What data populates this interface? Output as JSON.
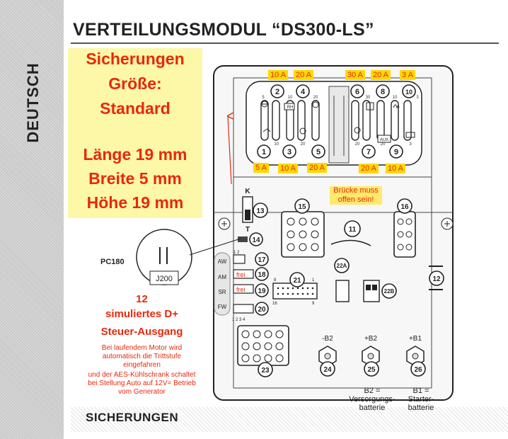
{
  "sidebar": {
    "label": "DEUTSCH"
  },
  "header": {
    "title": "VERTEILUNGSMODUL “DS300-LS”"
  },
  "footer": {
    "title": "SICHERUNGEN"
  },
  "fuse_info": {
    "line1": "Sicherungen",
    "line2": "Größe:",
    "line3": "Standard",
    "length": "Länge 19 mm",
    "width": "Breite 5 mm",
    "height": "Höhe 19 mm"
  },
  "fuse_ratings_top": [
    "10 A",
    "20 A",
    "30 A",
    "20 A",
    "3 A"
  ],
  "fuse_ratings_bottom": [
    "5 A",
    "10 A",
    "20 A",
    "20 A",
    "10 A"
  ],
  "fuse_numbers_top": [
    "2",
    "4",
    "6",
    "8",
    "10"
  ],
  "fuse_numbers_bottom": [
    "1",
    "3",
    "5",
    "7",
    "9"
  ],
  "fuse_small_top": [
    "5",
    "10",
    "20",
    "30",
    "10",
    "3"
  ],
  "fuse_small_bottom": [
    "10",
    "20",
    "20",
    "20",
    "3"
  ],
  "labels": {
    "rh": "RH",
    "aux": "AUX",
    "k": "K",
    "t": "T",
    "pc180": "PC180",
    "j200": "J200",
    "aw": "AW",
    "am": "AM",
    "sr": "SR",
    "fw": "FW",
    "frei1": "frei",
    "frei2": "frei",
    "minus_b2": "-B2",
    "plus_b2": "+B2",
    "plus_b1": "+B1",
    "pins_12": "1 2",
    "pins_1234": "1 2 3 4",
    "c21_1": "1",
    "c21_8": "8",
    "c21_9": "9",
    "c21_16": "16"
  },
  "components": [
    "11",
    "12",
    "13",
    "14",
    "15",
    "16",
    "17",
    "18",
    "19",
    "20",
    "21",
    "22A",
    "22B",
    "23",
    "24",
    "25",
    "26"
  ],
  "notes": {
    "bruecke": "Brücke muss offen sein!",
    "d_plus_num": "12",
    "d_plus_title1": "simuliertes D+",
    "d_plus_title2": "Steuer-Ausgang",
    "d_plus_desc1": "Bei laufendem Motor wird",
    "d_plus_desc2": "automatisch die Trittstufe",
    "d_plus_desc3": "eingefahren",
    "d_plus_desc4": "und der AES-Kühlschrank schaltet",
    "d_plus_desc5": "bei Stellung Auto auf 12V= Betrieb",
    "d_plus_desc6": "vom Generator",
    "b2_1": "B2 =",
    "b2_2": "Versorgungs-",
    "b2_3": "batterie",
    "b1_1": "B1 =",
    "b1_2": "Starter-",
    "b1_3": "batterie"
  },
  "colors": {
    "accent_red": "#e8280c",
    "highlight_yellow": "#ffd800",
    "info_bg": "#fdf7a8"
  }
}
